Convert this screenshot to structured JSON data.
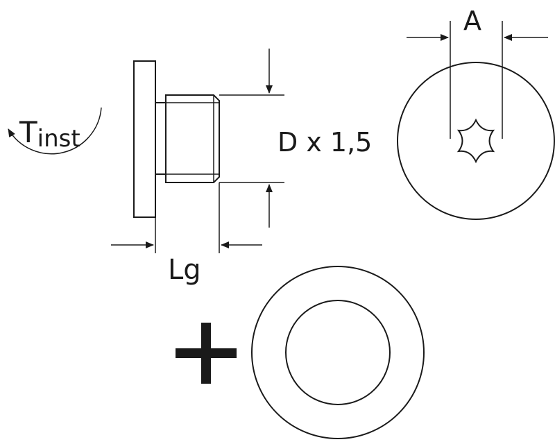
{
  "labels": {
    "torque_main": "T",
    "torque_sub": "inst",
    "thread_dim": "D x 1,5",
    "length_dim": "Lg",
    "drive_dim": "A"
  },
  "symbols": {
    "plus": "plus-icon",
    "torque_arrow": "rotation-arrow-icon",
    "drive": "torx-star-icon",
    "washer": "washer-icon"
  },
  "colors": {
    "line": "#1a1a1a",
    "background": "#ffffff"
  }
}
